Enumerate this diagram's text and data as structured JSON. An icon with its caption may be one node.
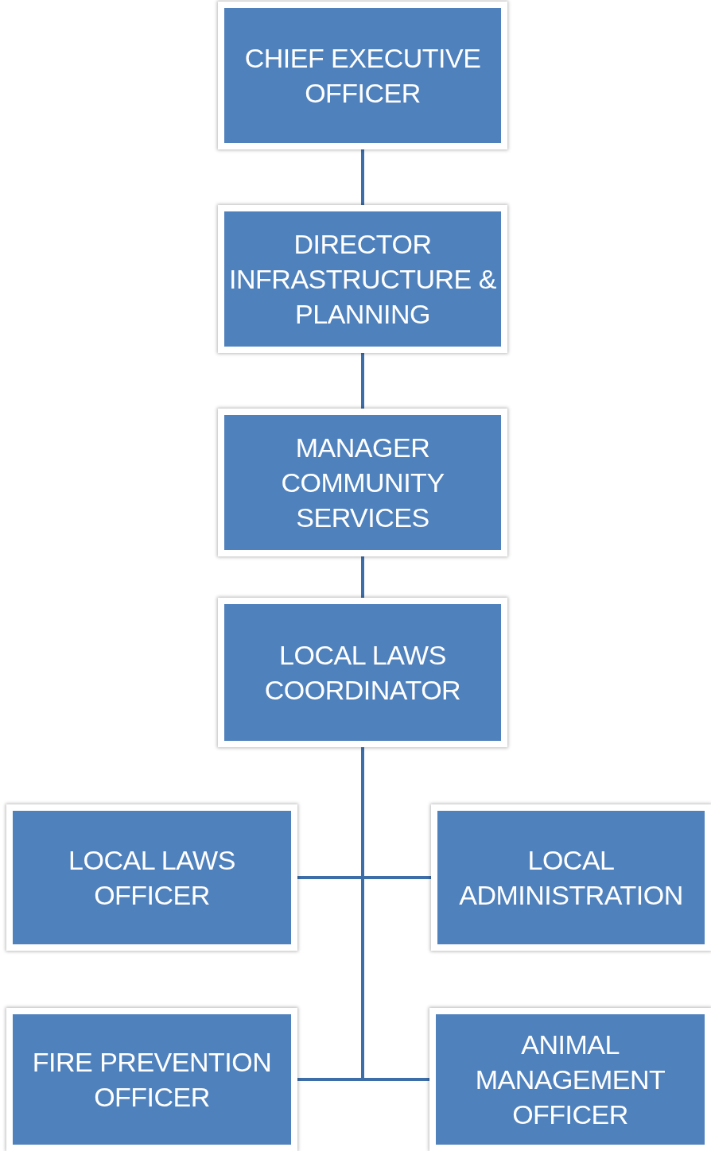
{
  "diagram": {
    "nodes": [
      {
        "text": [
          "CHIEF EXECUTIVE OFFICER"
        ]
      },
      {
        "text": [
          "DIRECTOR INFRASTRUCTURE & PLANNING"
        ]
      },
      {
        "text": [
          "MANAGER COMMUNITY SERVICES"
        ]
      },
      {
        "text": [
          "LOCAL LAWS COORDINATOR"
        ]
      },
      {
        "text": [
          "LOCAL LAWS OFFICER"
        ]
      },
      {
        "text": [
          "LOCAL ADMINISTRATION"
        ]
      },
      {
        "text": [
          "FIRE PREVENTION OFFICER"
        ]
      },
      {
        "text": [
          "ANIMAL MANAGEMENT OFFICER"
        ]
      }
    ],
    "edges": [
      {
        "from": 0,
        "to": 1,
        "arrow": "none"
      },
      {
        "from": 1,
        "to": 2,
        "arrow": "none"
      },
      {
        "from": 2,
        "to": 3,
        "arrow": "none"
      },
      {
        "from": 3,
        "to": 4,
        "arrow": "none"
      },
      {
        "from": 3,
        "to": 5,
        "arrow": "none"
      },
      {
        "from": 3,
        "to": 6,
        "arrow": "none"
      },
      {
        "from": 3,
        "to": 7,
        "arrow": "none"
      }
    ]
  }
}
